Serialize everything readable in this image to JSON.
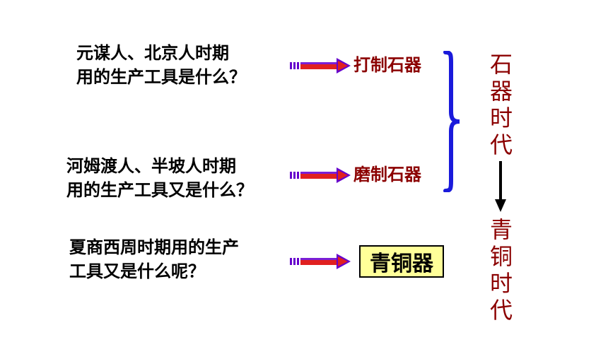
{
  "questions": [
    {
      "line1": "元谋人、北京人时期",
      "line2": "用的生产工具是什么？"
    },
    {
      "line1": "河姆渡人、半坡人时期",
      "line2": "用的生产工具又是什么？"
    },
    {
      "line1": "夏商西周时期用的生产",
      "line2": "工具又是什么呢？"
    }
  ],
  "answers": [
    "打制石器",
    "磨制石器",
    "青铜器"
  ],
  "eras": {
    "stone_age": "石器时代",
    "bronze_age": "青铜时代"
  },
  "colors": {
    "answer_text": "#8b0000",
    "brace": "#1a1adb",
    "highlight_box": "#ffff99"
  }
}
